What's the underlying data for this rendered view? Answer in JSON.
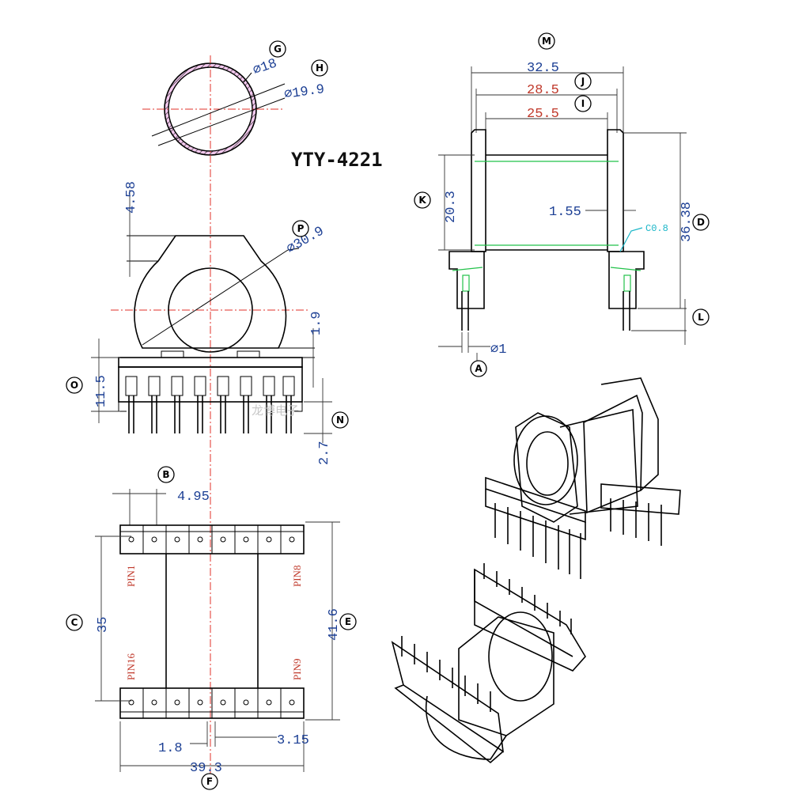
{
  "title": "YTY-4221",
  "markers": {
    "A": "A",
    "B": "B",
    "C": "C",
    "D": "D",
    "E": "E",
    "F": "F",
    "G": "G",
    "H": "H",
    "I": "I",
    "J": "J",
    "K": "K",
    "L": "L",
    "M": "M",
    "N": "N",
    "O": "O",
    "P": "P"
  },
  "dimensions": {
    "inner_diameter": "⌀18",
    "outer_diameter": "⌀19.9",
    "height_4_58": "4.58",
    "flange_diameter": "⌀30.9",
    "gap_1_9": "1.9",
    "base_11_5": "11.5",
    "pin_2_7": "2.7",
    "width_32_5": "32.5",
    "width_28_5": "28.5",
    "width_25_5": "25.5",
    "height_20_3": "20.3",
    "wall_1_55": "1.55",
    "chamfer_c0_8": "C0.8",
    "height_36_38": "36.38",
    "pin_diameter": "⌀1",
    "pitch_4_95": "4.95",
    "row_35": "35",
    "overall_41_6": "41.6",
    "spacing_1_8": "1.8",
    "spacing_3_15": "3.15",
    "overall_39_3": "39.3"
  },
  "pins": {
    "pin1": "PIN1",
    "pin8": "PIN8",
    "pin16": "PIN16",
    "pin9": "PIN9"
  },
  "watermark": "龙博电子"
}
